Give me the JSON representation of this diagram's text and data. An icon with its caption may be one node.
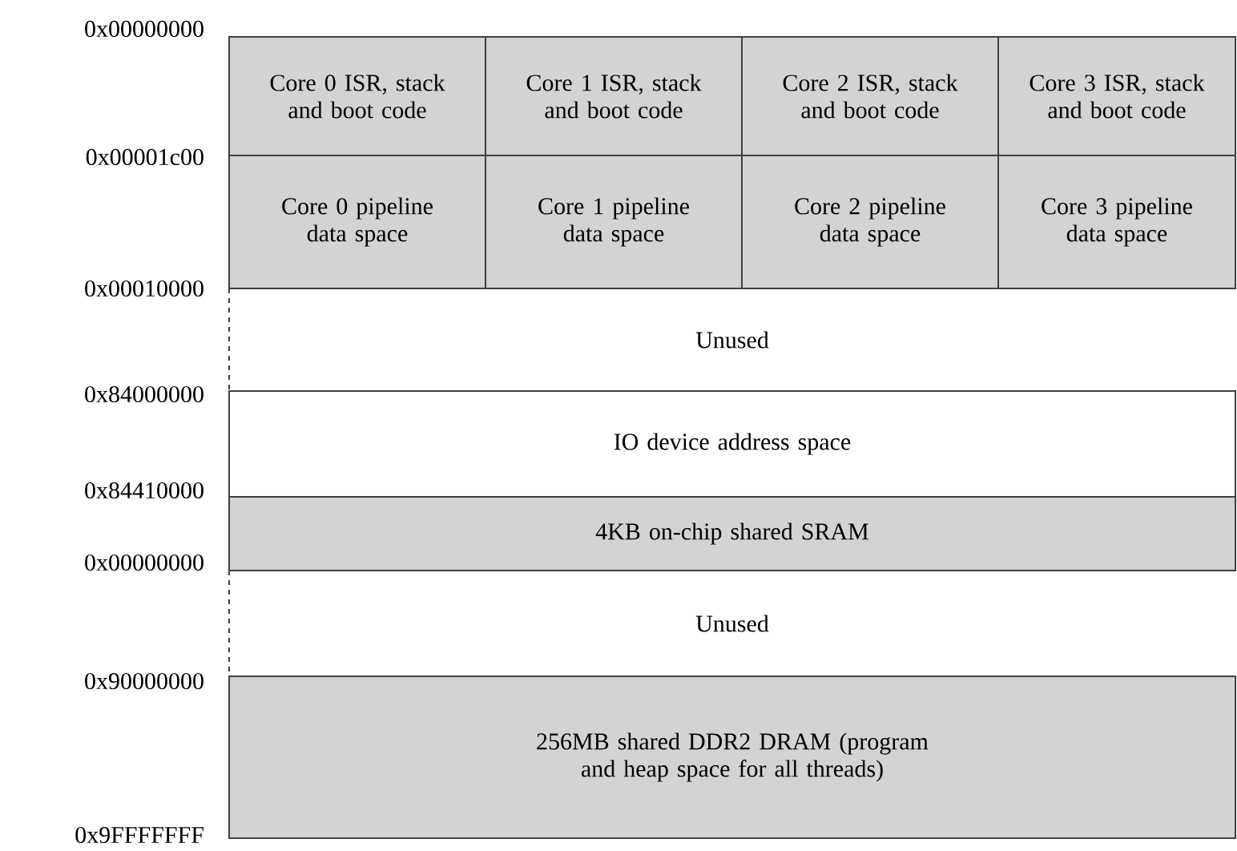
{
  "diagram": {
    "nodes": [
      {
        "text": [
          "Core 0 ISR, stack and boot code"
        ]
      },
      {
        "text": [
          "Core 1 ISR, stack and boot code"
        ]
      },
      {
        "text": [
          "Core 2 ISR, stack and boot code"
        ]
      },
      {
        "text": [
          "Core 3 ISR, stack and boot code"
        ]
      },
      {
        "text": [
          "Core 0 pipeline data space"
        ]
      },
      {
        "text": [
          "Core 1 pipeline data space"
        ]
      },
      {
        "text": [
          "Core 2 pipeline data space"
        ]
      },
      {
        "text": [
          "Core 3 pipeline data space"
        ]
      },
      {
        "text": [
          "Unused"
        ]
      },
      {
        "text": [
          "IO device address space"
        ]
      },
      {
        "text": [
          "4KB on-chip shared SRAM"
        ]
      },
      {
        "text": [
          "Unused"
        ]
      },
      {
        "text": [
          "256MB shared DDR2 DRAM (program and heap space for all threads)"
        ]
      }
    ],
    "labels": [
      "0x00000000",
      "0x00001c00",
      "0x00010000",
      "0x84000000",
      "0x84410000",
      "0x00000000",
      "0x90000000",
      "0x9FFFFFFF"
    ]
  }
}
